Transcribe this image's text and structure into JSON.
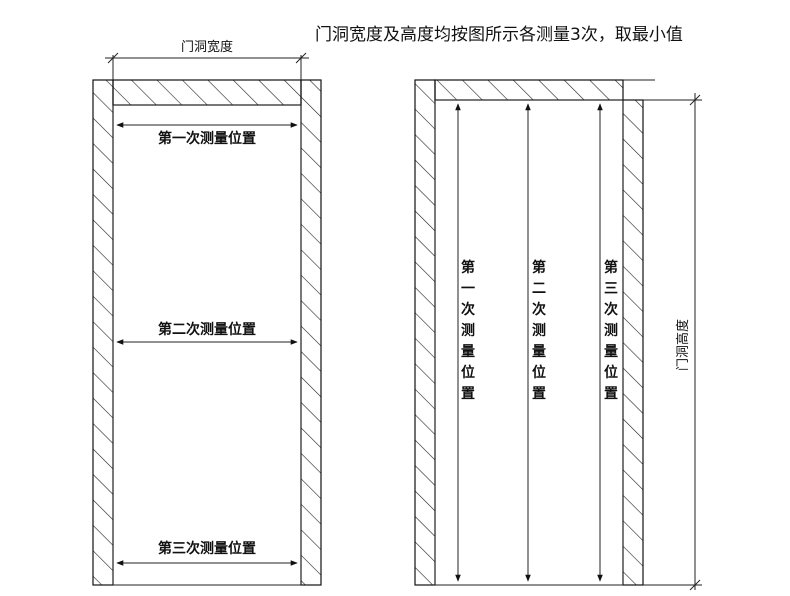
{
  "header": {
    "title": "门洞宽度及高度均按图所示各测量3次，取最小值"
  },
  "left_figure": {
    "dimension_label": "门洞宽度",
    "measurements": [
      "第一次测量位置",
      "第二次测量位置",
      "第三次测量位置"
    ]
  },
  "right_figure": {
    "dimension_label": "门洞高度",
    "measurements": [
      "第一次测量位置",
      "第二次测量位置",
      "第三次测量位置"
    ]
  }
}
